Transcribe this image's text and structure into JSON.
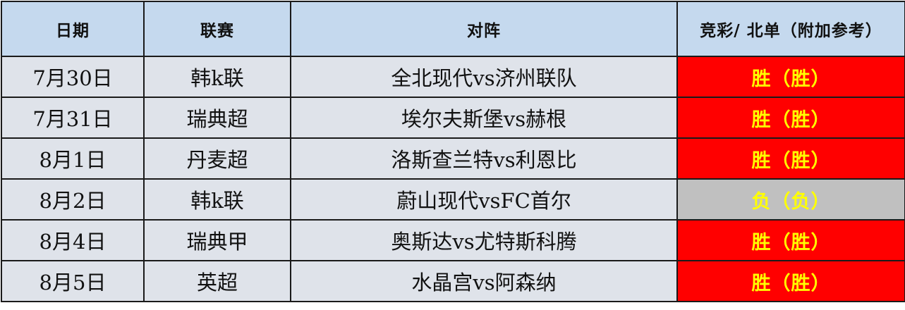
{
  "headers": {
    "date": "日期",
    "league": "联赛",
    "match": "对阵",
    "result": "竞彩/ 北单（附加参考）"
  },
  "rows": [
    {
      "date": "7月30日",
      "league": "韩k联",
      "match": "全北现代vs济州联队",
      "result": "胜（胜）",
      "outcome": "win"
    },
    {
      "date": "7月31日",
      "league": "瑞典超",
      "match": "埃尔夫斯堡vs赫根",
      "result": "胜（胜）",
      "outcome": "win"
    },
    {
      "date": "8月1日",
      "league": "丹麦超",
      "match": "洛斯查兰特vs利恩比",
      "result": "胜（胜）",
      "outcome": "win"
    },
    {
      "date": "8月2日",
      "league": "韩k联",
      "match": "蔚山现代vsFC首尔",
      "result": "负（负）",
      "outcome": "loss"
    },
    {
      "date": "8月4日",
      "league": "瑞典甲",
      "match": "奥斯达vs尤特斯科腾",
      "result": "胜（胜）",
      "outcome": "win"
    },
    {
      "date": "8月5日",
      "league": "英超",
      "match": "水晶宫vs阿森纳",
      "result": "胜（胜）",
      "outcome": "win"
    }
  ],
  "colors": {
    "header_bg": "#c5d9ee",
    "cell_bg": "#dfe3ea",
    "win_bg": "#ff0000",
    "loss_bg": "#c0c0c0",
    "result_text": "#ffff00"
  }
}
